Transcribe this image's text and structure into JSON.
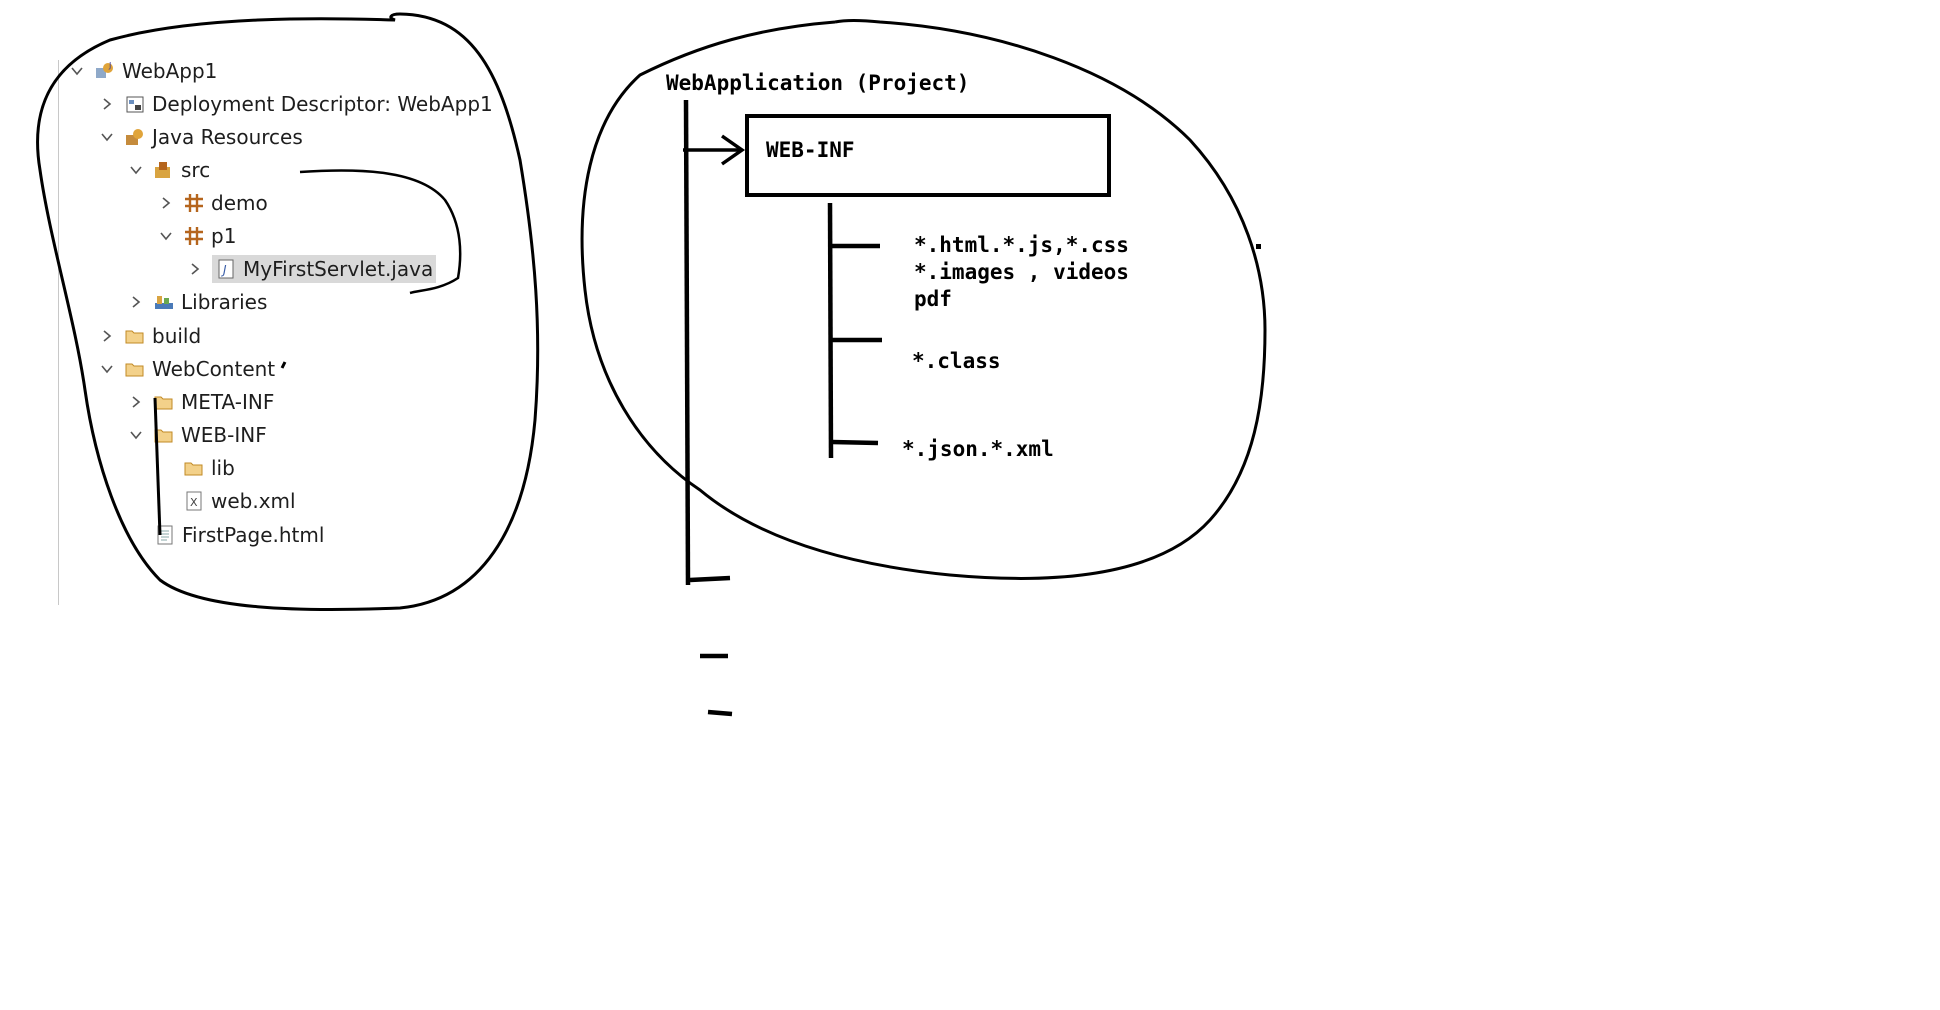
{
  "explorer": {
    "items": [
      {
        "label": "WebApp1",
        "icon": "web-project-icon",
        "expanded": true
      },
      {
        "label": "Deployment Descriptor: WebApp1",
        "icon": "deployment-descriptor-icon",
        "expanded": false
      },
      {
        "label": "Java Resources",
        "icon": "java-resources-icon",
        "expanded": true
      },
      {
        "label": "src",
        "icon": "source-folder-icon",
        "expanded": true
      },
      {
        "label": "demo",
        "icon": "package-icon",
        "expanded": false
      },
      {
        "label": "p1",
        "icon": "package-icon",
        "expanded": true
      },
      {
        "label": "MyFirstServlet.java",
        "icon": "java-file-icon",
        "expanded": false,
        "selected": true
      },
      {
        "label": "Libraries",
        "icon": "libraries-icon",
        "expanded": false
      },
      {
        "label": "build",
        "icon": "folder-icon",
        "expanded": false
      },
      {
        "label": "WebContent",
        "icon": "folder-icon",
        "expanded": true
      },
      {
        "label": "META-INF",
        "icon": "folder-icon",
        "expanded": false
      },
      {
        "label": "WEB-INF",
        "icon": "folder-icon",
        "expanded": true
      },
      {
        "label": "lib",
        "icon": "folder-icon"
      },
      {
        "label": "web.xml",
        "icon": "xml-file-icon"
      },
      {
        "label": "FirstPage.html",
        "icon": "html-file-icon"
      }
    ]
  },
  "diagram": {
    "title": "WebApplication (Project)",
    "box_label": "WEB-INF",
    "branches": [
      {
        "lines": [
          "*.html.*.js,*.css",
          "*.images , videos",
          "pdf"
        ]
      },
      {
        "lines": [
          "*.class"
        ]
      },
      {
        "lines": [
          "*.json.*.xml"
        ]
      }
    ]
  },
  "colors": {
    "ink": "#000000",
    "selection": "#d9d9d9",
    "folder": "#d9a441",
    "package": "#b5651d",
    "text": "#1e1e1e"
  }
}
